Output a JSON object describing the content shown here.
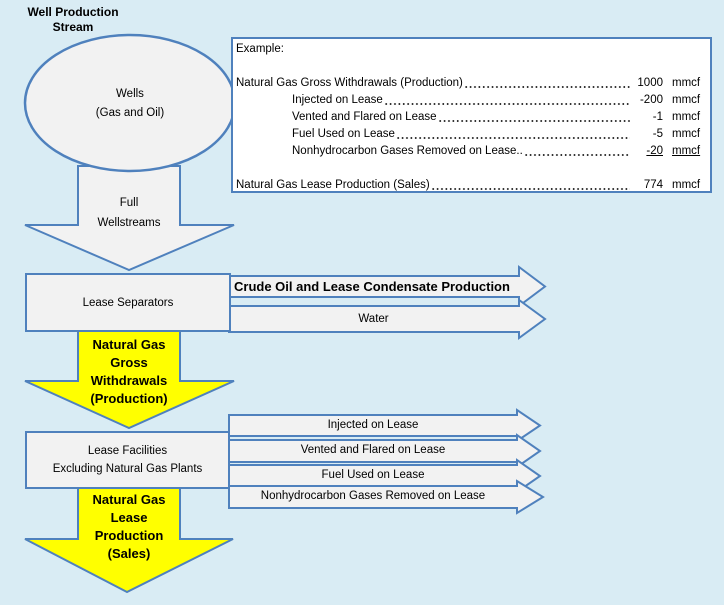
{
  "title": "Well Production\nStream",
  "wells_ellipse": {
    "label": "Wells\n(Gas and Oil)"
  },
  "flow": {
    "full_wellstreams": "Full\nWellstreams",
    "lease_separators": "Lease Separators",
    "ng_gross_withdrawals": "Natural Gas\nGross\nWithdrawals\n(Production)",
    "lease_facilities": "Lease Facilities\nExcluding Natural Gas Plants",
    "ng_lease_production": "Natural Gas\nLease\nProduction\n(Sales)"
  },
  "outputs_top": {
    "crude": "Crude Oil and Lease Condensate Production",
    "water": "Water"
  },
  "outputs_bottom": [
    {
      "label": "Injected on Lease"
    },
    {
      "label": "Vented and Flared on Lease"
    },
    {
      "label": "Fuel Used on Lease"
    },
    {
      "label": "Nonhydrocarbon Gases Removed on Lease"
    }
  ],
  "example_box": {
    "heading": "Example:",
    "rows": [
      {
        "label": "Natural Gas Gross Withdrawals (Production)",
        "value": "1000",
        "unit": "mmcf"
      },
      {
        "label": "Injected on Lease",
        "value": "-200",
        "unit": "mmcf"
      },
      {
        "label": "Vented and Flared on Lease",
        "value": "-1",
        "unit": "mmcf"
      },
      {
        "label": "Fuel Used on Lease",
        "value": "-5",
        "unit": "mmcf"
      },
      {
        "label": "Nonhydrocarbon Gases Removed on Lease..",
        "value": "-20",
        "unit": "mmcf"
      },
      {
        "label": "Natural Gas Lease Production (Sales)",
        "value": "774",
        "unit": "mmcf"
      }
    ]
  },
  "colors": {
    "background": "#d9ecf4",
    "outline_blue": "#4f81bd",
    "shape_fill": "#f2f2f2",
    "highlight_yellow": "#ffff00"
  }
}
